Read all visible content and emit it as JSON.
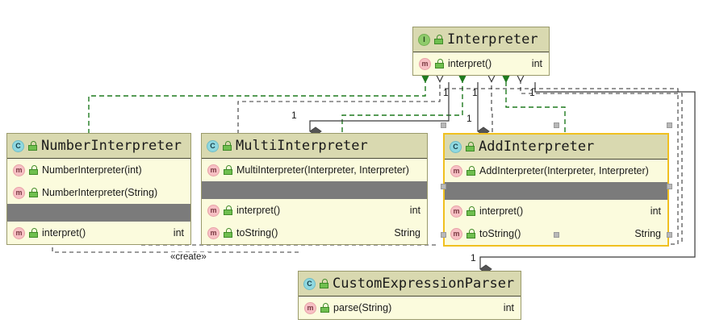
{
  "diagram": {
    "type": "uml-class-diagram",
    "background": "#ffffff",
    "header_color": "#d9d9b0",
    "body_color": "#fbfbdd",
    "separator_color": "#7b7b7b",
    "selection_color": "#f0c020",
    "realization_color": "#1f7a1f",
    "association_color": "#3a3a3a"
  },
  "classes": [
    {
      "id": "interpreter",
      "name": "Interpreter",
      "stereotype": "interface",
      "icon": "interface-icon",
      "visibility_icon": "lock-icon",
      "selected": false,
      "sections": [
        {
          "kind": "members",
          "rows": [
            {
              "icon": "method-icon",
              "lock": "lock-icon",
              "name": "interpret()",
              "type": "int"
            }
          ]
        }
      ]
    },
    {
      "id": "number-interpreter",
      "name": "NumberInterpreter",
      "stereotype": "class",
      "icon": "class-icon",
      "visibility_icon": "lock-icon",
      "selected": false,
      "sections": [
        {
          "kind": "members",
          "rows": [
            {
              "icon": "method-icon",
              "lock": "lock-icon",
              "name": "NumberInterpreter(int)",
              "type": ""
            },
            {
              "icon": "method-icon",
              "lock": "lock-icon",
              "name": "NumberInterpreter(String)",
              "type": ""
            }
          ]
        },
        {
          "kind": "separator"
        },
        {
          "kind": "members",
          "rows": [
            {
              "icon": "method-icon",
              "lock": "lock-icon",
              "name": "interpret()",
              "type": "int"
            }
          ]
        }
      ]
    },
    {
      "id": "multi-interpreter",
      "name": "MultiInterpreter",
      "stereotype": "class",
      "icon": "class-icon",
      "visibility_icon": "lock-icon",
      "selected": false,
      "sections": [
        {
          "kind": "members",
          "rows": [
            {
              "icon": "method-icon",
              "lock": "lock-icon",
              "name": "MultiInterpreter(Interpreter, Interpreter)",
              "type": ""
            }
          ]
        },
        {
          "kind": "separator"
        },
        {
          "kind": "members",
          "rows": [
            {
              "icon": "method-icon",
              "lock": "lock-icon",
              "name": "interpret()",
              "type": "int"
            },
            {
              "icon": "method-icon",
              "lock": "lock-icon",
              "name": "toString()",
              "type": "String"
            }
          ]
        }
      ]
    },
    {
      "id": "add-interpreter",
      "name": "AddInterpreter",
      "stereotype": "class",
      "icon": "class-icon",
      "visibility_icon": "lock-icon",
      "selected": true,
      "sections": [
        {
          "kind": "members",
          "rows": [
            {
              "icon": "method-icon",
              "lock": "lock-icon",
              "name": "AddInterpreter(Interpreter, Interpreter)",
              "type": ""
            }
          ]
        },
        {
          "kind": "separator"
        },
        {
          "kind": "members",
          "rows": [
            {
              "icon": "method-icon",
              "lock": "lock-icon",
              "name": "interpret()",
              "type": "int"
            },
            {
              "icon": "method-icon",
              "lock": "lock-icon",
              "name": "toString()",
              "type": "String"
            }
          ]
        }
      ]
    },
    {
      "id": "custom-expression-parser",
      "name": "CustomExpressionParser",
      "stereotype": "class",
      "icon": "class-icon",
      "visibility_icon": "lock-icon",
      "selected": false,
      "sections": [
        {
          "kind": "members",
          "rows": [
            {
              "icon": "method-icon",
              "lock": "lock-icon",
              "name": "parse(String)",
              "type": "int"
            }
          ]
        }
      ]
    }
  ],
  "edge_labels": {
    "multiplicity_a": "1",
    "multiplicity_b": "1",
    "multiplicity_c": "1",
    "multiplicity_d": "1",
    "multiplicity_e": "1",
    "multiplicity_f": "1",
    "create_stereotype": "«create»"
  },
  "icon_names": {
    "class": "class-icon",
    "interface": "interface-icon",
    "method": "method-icon",
    "lock": "lock-icon"
  }
}
